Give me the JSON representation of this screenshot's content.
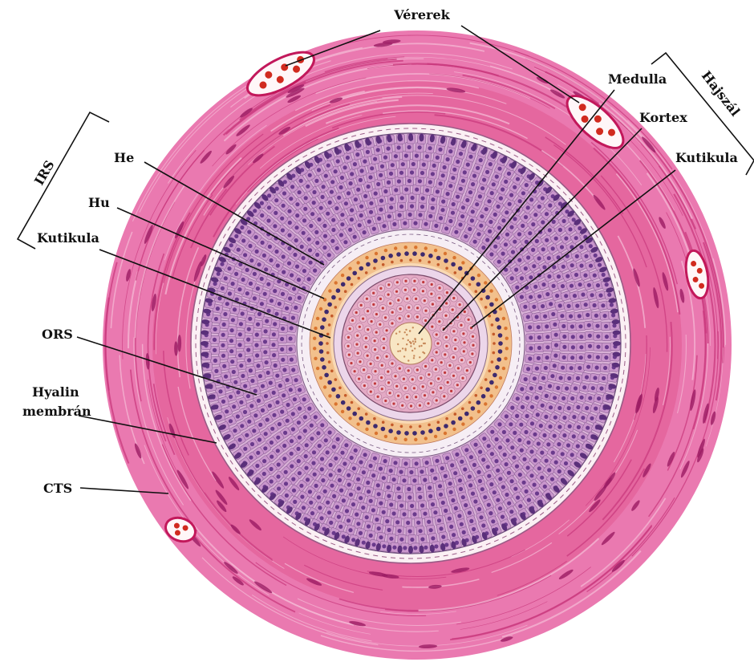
{
  "labels": {
    "blood_vessels": "Vérerek",
    "hair_shaft": "Hajszál",
    "medulla": "Medulla",
    "cortex": "Kortex",
    "hair_cuticle": "Kutikula",
    "irs": "IRS",
    "henle": "He",
    "huxley": "Hu",
    "irs_cuticle": "Kutikula",
    "ors": "ORS",
    "hyaline_line1": "Hyalin",
    "hyaline_line2": "membrán",
    "cts": "CTS"
  },
  "colors": {
    "cts_pink": "#e4609f",
    "cts_light": "#f3b2cf",
    "hyaline": "#fbf0f4",
    "ors_cells": "#c996cc",
    "ors_nuclei": "#6a3a8c",
    "irs_orange": "#f1b57e",
    "henle_pale": "#f7eaf3",
    "cortex": "#e9b2c8",
    "medulla": "#f8e6c4",
    "blood_red": "#d12a1f"
  }
}
